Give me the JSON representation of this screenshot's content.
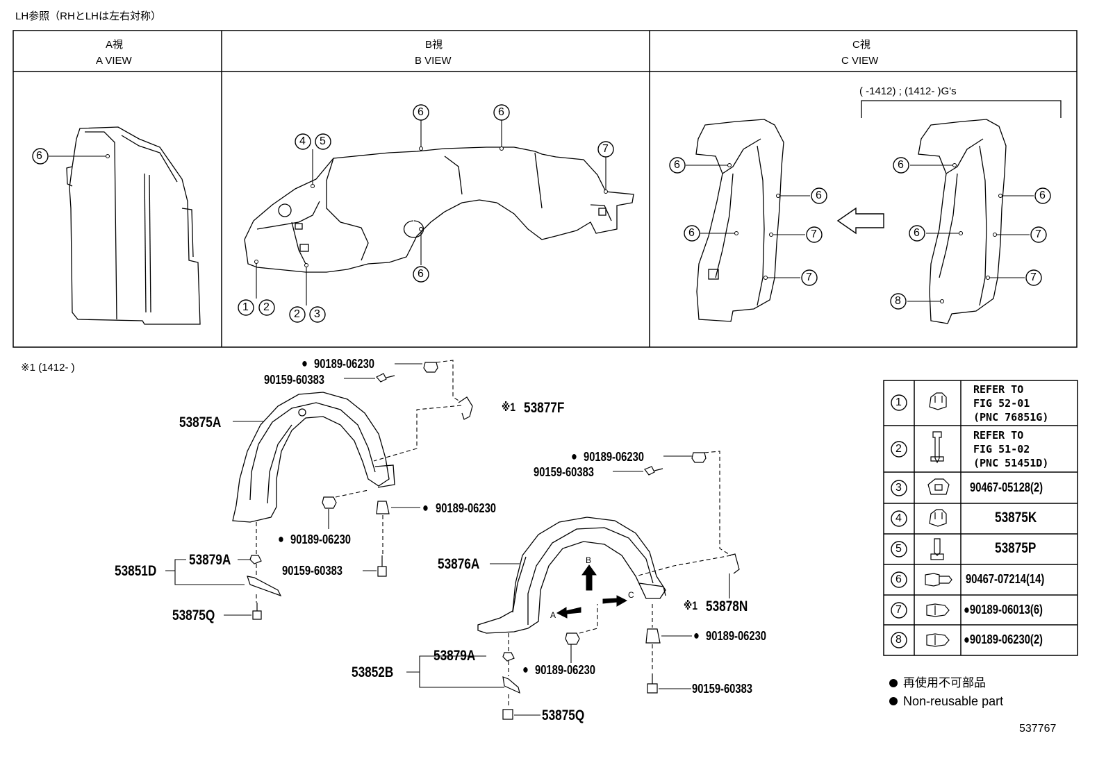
{
  "header_note": "LH参照（RHとLHは左右対称）",
  "views": [
    {
      "jp": "A視",
      "en": "A VIEW"
    },
    {
      "jp": "B視",
      "en": "B VIEW"
    },
    {
      "jp": "C視",
      "en": "C VIEW"
    }
  ],
  "c_view_note": "(    -1412) ; (1412-    )G's",
  "note_1412": "※1 (1412-      )",
  "callouts": {
    "n1": "1",
    "n2": "2",
    "n3": "3",
    "n4": "4",
    "n5": "5",
    "n6": "6",
    "n7": "7",
    "n8": "8"
  },
  "parts": {
    "p90189_06230": "90189-06230",
    "p90159_60383": "90159-60383",
    "p53877F": "53877F",
    "p53875A": "53875A",
    "p53879A": "53879A",
    "p53851D": "53851D",
    "p53875Q": "53875Q",
    "p53876A": "53876A",
    "p53878N": "53878N",
    "p53852B": "53852B",
    "star1": "※1"
  },
  "arrow_letters": {
    "a": "A",
    "b": "B",
    "c": "C"
  },
  "legend": [
    {
      "num": "1",
      "icon": "clip-icon",
      "text": "REFER TO\nFIG 52-01\n(PNC 76851G)"
    },
    {
      "num": "2",
      "icon": "screw-icon",
      "text": "REFER TO\nFIG 51-02\n(PNC 51451D)"
    },
    {
      "num": "3",
      "icon": "nut-icon",
      "text": "90467-05128(2)"
    },
    {
      "num": "4",
      "icon": "clip-icon",
      "text": "53875K"
    },
    {
      "num": "5",
      "icon": "screw-icon",
      "text": "53875P"
    },
    {
      "num": "6",
      "icon": "push-rivet-icon",
      "text": "90467-07214(14)"
    },
    {
      "num": "7",
      "icon": "grommet-icon",
      "text": "●90189-06013(6)"
    },
    {
      "num": "8",
      "icon": "grommet-icon",
      "text": "●90189-06230(2)"
    }
  ],
  "footnotes": [
    {
      "symbol": "●",
      "text": "再使用不可部品"
    },
    {
      "symbol": "●",
      "text": "Non-reusable part"
    }
  ],
  "diagram_id": "537767"
}
